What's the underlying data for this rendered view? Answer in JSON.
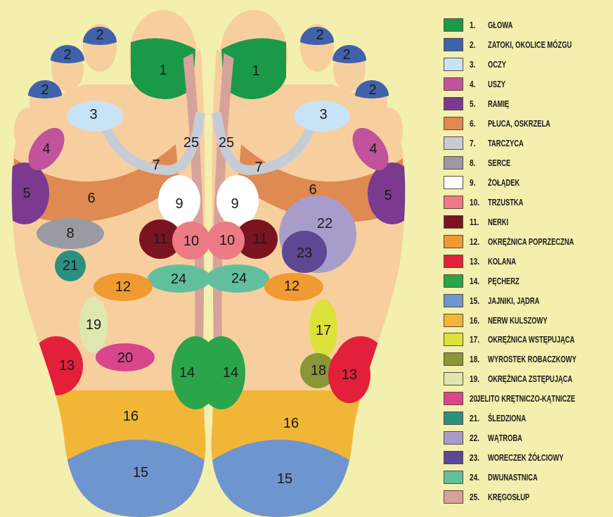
{
  "title": "Foot reflexology map",
  "colors": {
    "background": "#f3efae",
    "skin": "#f7cf9f"
  },
  "legend": {
    "items": [
      {
        "num": "1",
        "name": "GŁOWA",
        "color": "#1a9a48"
      },
      {
        "num": "2",
        "name": "ZATOKI, OKOLICE MÓZGU",
        "color": "#4062ad"
      },
      {
        "num": "3",
        "name": "OCZY",
        "color": "#c9e3f6"
      },
      {
        "num": "4",
        "name": "USZY",
        "color": "#c0539c"
      },
      {
        "num": "5",
        "name": "RAMIĘ",
        "color": "#7b3a8f"
      },
      {
        "num": "6",
        "name": "PŁUCA, OSKRZELA",
        "color": "#df8a52"
      },
      {
        "num": "7",
        "name": "TARCZYCA",
        "color": "#c6ccd6"
      },
      {
        "num": "8",
        "name": "SERCE",
        "color": "#9a9aa3"
      },
      {
        "num": "9",
        "name": "ŻOŁĄDEK",
        "color": "#ffffff"
      },
      {
        "num": "10",
        "name": "TRZUSTKA",
        "color": "#ec7b86"
      },
      {
        "num": "11",
        "name": "NERKI",
        "color": "#7a1420"
      },
      {
        "num": "12",
        "name": "OKRĘŻNICA POPRZECZNA",
        "color": "#ef9a32"
      },
      {
        "num": "13",
        "name": "KOLANA",
        "color": "#e2203a"
      },
      {
        "num": "14",
        "name": "PĘCHERZ",
        "color": "#2aa54a"
      },
      {
        "num": "15",
        "name": "JAJNIKI, JĄDRA",
        "color": "#6f95cf"
      },
      {
        "num": "16",
        "name": "NERW KULSZOWY",
        "color": "#f2b637"
      },
      {
        "num": "17",
        "name": "OKRĘŻNICA WSTĘPUJĄCA",
        "color": "#dde23b"
      },
      {
        "num": "18",
        "name": "WYROSTEK ROBACZKOWY",
        "color": "#8a9638"
      },
      {
        "num": "19",
        "name": "OKRĘŻNICA ZSTĘPUJĄCA",
        "color": "#dfe7b0"
      },
      {
        "num": "20",
        "name": "JELITO KRĘTNICZO-KĄTNICZE",
        "color": "#d8468c"
      },
      {
        "num": "21",
        "name": "ŚLEDZIONA",
        "color": "#2c9080"
      },
      {
        "num": "22",
        "name": "WĄTROBA",
        "color": "#a89ccb"
      },
      {
        "num": "23",
        "name": "WORECZEK ŻÓŁCIOWY",
        "color": "#5d4893"
      },
      {
        "num": "24",
        "name": "DWUNASTNICA",
        "color": "#62bf9e"
      },
      {
        "num": "25",
        "name": "KRĘGOSŁUP",
        "color": "#d7a29a"
      }
    ]
  }
}
